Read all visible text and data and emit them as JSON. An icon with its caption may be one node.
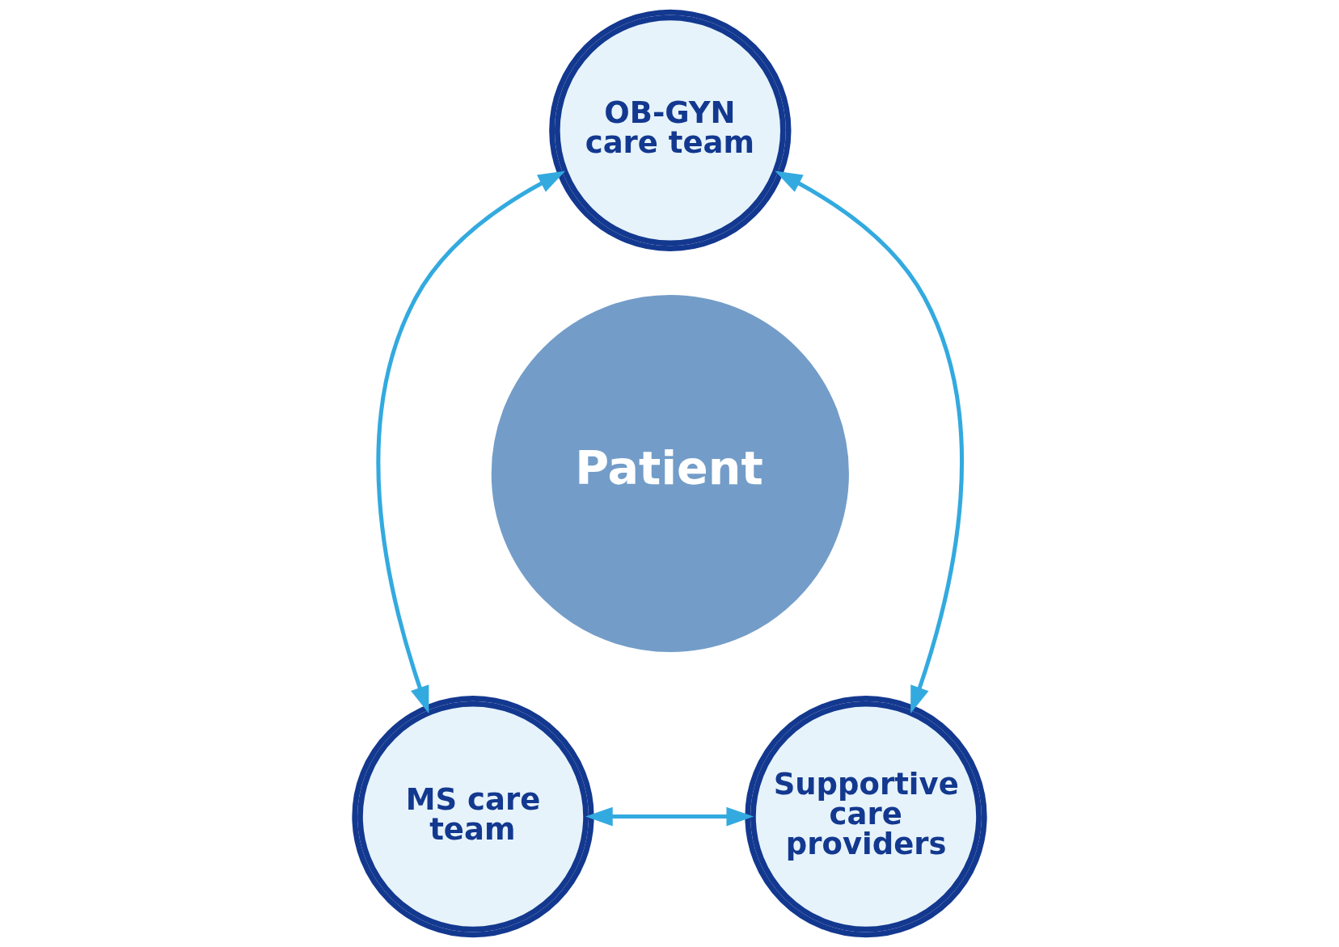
{
  "diagram": {
    "nodes": [
      {
        "text": [
          "OB-GYN care team"
        ]
      },
      {
        "text": [
          "Patient"
        ]
      },
      {
        "text": [
          "MS care team"
        ]
      },
      {
        "text": [
          "Supportive care providers"
        ]
      }
    ],
    "edges": [
      {
        "from": 0,
        "to": 2,
        "arrow": "both"
      },
      {
        "from": 0,
        "to": 3,
        "arrow": "both"
      },
      {
        "from": 2,
        "to": 3,
        "arrow": "both"
      }
    ]
  }
}
